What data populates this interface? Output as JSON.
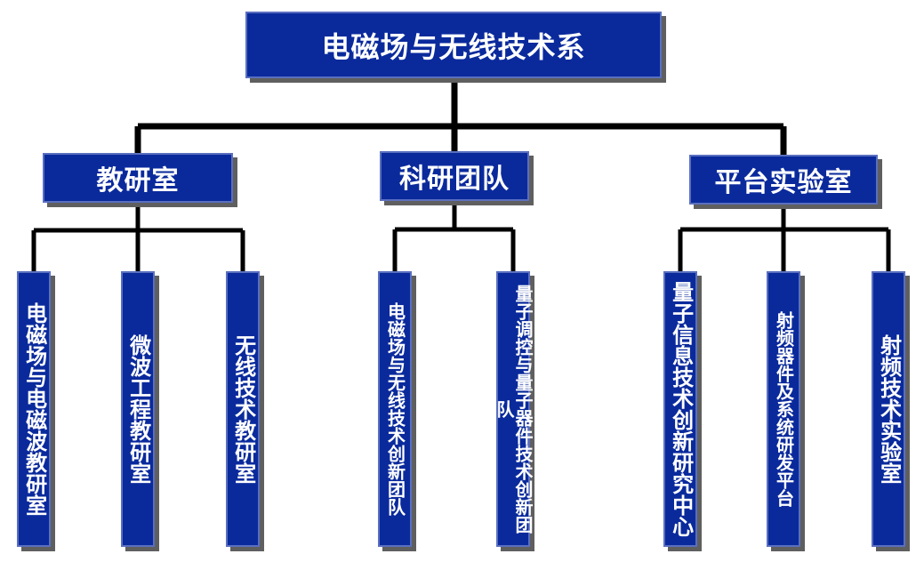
{
  "root": {
    "label": "电磁场与无线技术系"
  },
  "groups": [
    {
      "label": "教研室",
      "children": [
        {
          "label": "电磁场与电磁波教研室"
        },
        {
          "label": "微波工程教研室"
        },
        {
          "label": "无线技术教研室"
        }
      ]
    },
    {
      "label": "科研团队",
      "children": [
        {
          "label": "电磁场与无线技术创新团队"
        },
        {
          "label": "量子调控与量子器件技术创新团队"
        }
      ]
    },
    {
      "label": "平台实验室",
      "children": [
        {
          "label": "量子信息技术创新研究中心"
        },
        {
          "label": "射频器件及系统研发平台"
        },
        {
          "label": "射频技术实验室"
        }
      ]
    }
  ],
  "colors": {
    "box_fill": "#0a2a9c",
    "box_border": "#5a6fbf",
    "shadow": "#5f5f5f",
    "connector": "#000000",
    "text": "#ffffff"
  }
}
